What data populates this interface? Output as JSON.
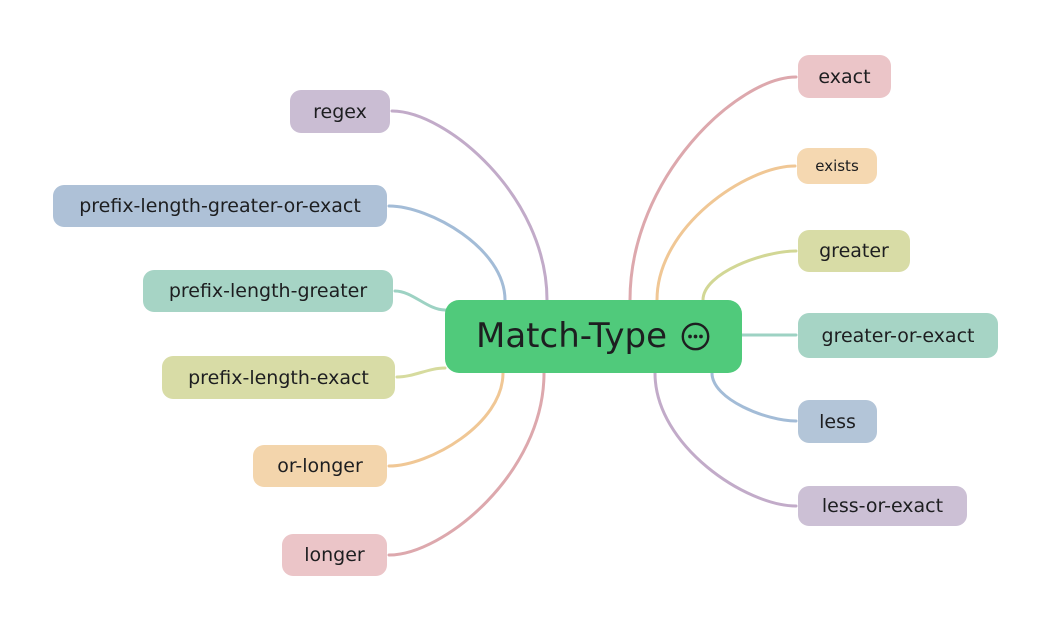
{
  "canvas": {
    "background": "#ffffff"
  },
  "root": {
    "label": "Match-Type",
    "icon": "ellipsis-circle",
    "bg": "#50ca7b",
    "text_color": "#1d1e20"
  },
  "nodes": [
    {
      "id": "regex",
      "label": "regex",
      "side": "left",
      "bg": "#cabdd3",
      "line": "#c2abc9"
    },
    {
      "id": "prefix_length_greater_or_exact",
      "label": "prefix-length-greater-or-exact",
      "side": "left",
      "bg": "#aec1d7",
      "line": "#a3bcd7"
    },
    {
      "id": "prefix_length_greater",
      "label": "prefix-length-greater",
      "side": "left",
      "bg": "#a6d4c5",
      "line": "#9dd2c3"
    },
    {
      "id": "prefix_length_exact",
      "label": "prefix-length-exact",
      "side": "left",
      "bg": "#d8dca6",
      "line": "#d6db9e"
    },
    {
      "id": "or_longer",
      "label": "or-longer",
      "side": "left",
      "bg": "#f3d5ac",
      "line": "#f0c795"
    },
    {
      "id": "longer",
      "label": "longer",
      "side": "left",
      "bg": "#ebc5c8",
      "line": "#dda8ad"
    },
    {
      "id": "exact",
      "label": "exact",
      "side": "right",
      "bg": "#ebc5c8",
      "line": "#dda8ad"
    },
    {
      "id": "exists",
      "label": "exists",
      "side": "right",
      "bg": "#f5d8b1",
      "line": "#f0c795"
    },
    {
      "id": "greater",
      "label": "greater",
      "side": "right",
      "bg": "#d8dca6",
      "line": "#d2d795"
    },
    {
      "id": "greater_or_exact",
      "label": "greater-or-exact",
      "side": "right",
      "bg": "#a6d4c5",
      "line": "#9dd2c3"
    },
    {
      "id": "less",
      "label": "less",
      "side": "right",
      "bg": "#b3c5d8",
      "line": "#a3bcd7"
    },
    {
      "id": "less_or_exact",
      "label": "less-or-exact",
      "side": "right",
      "bg": "#ccc0d5",
      "line": "#c2abc9"
    }
  ]
}
